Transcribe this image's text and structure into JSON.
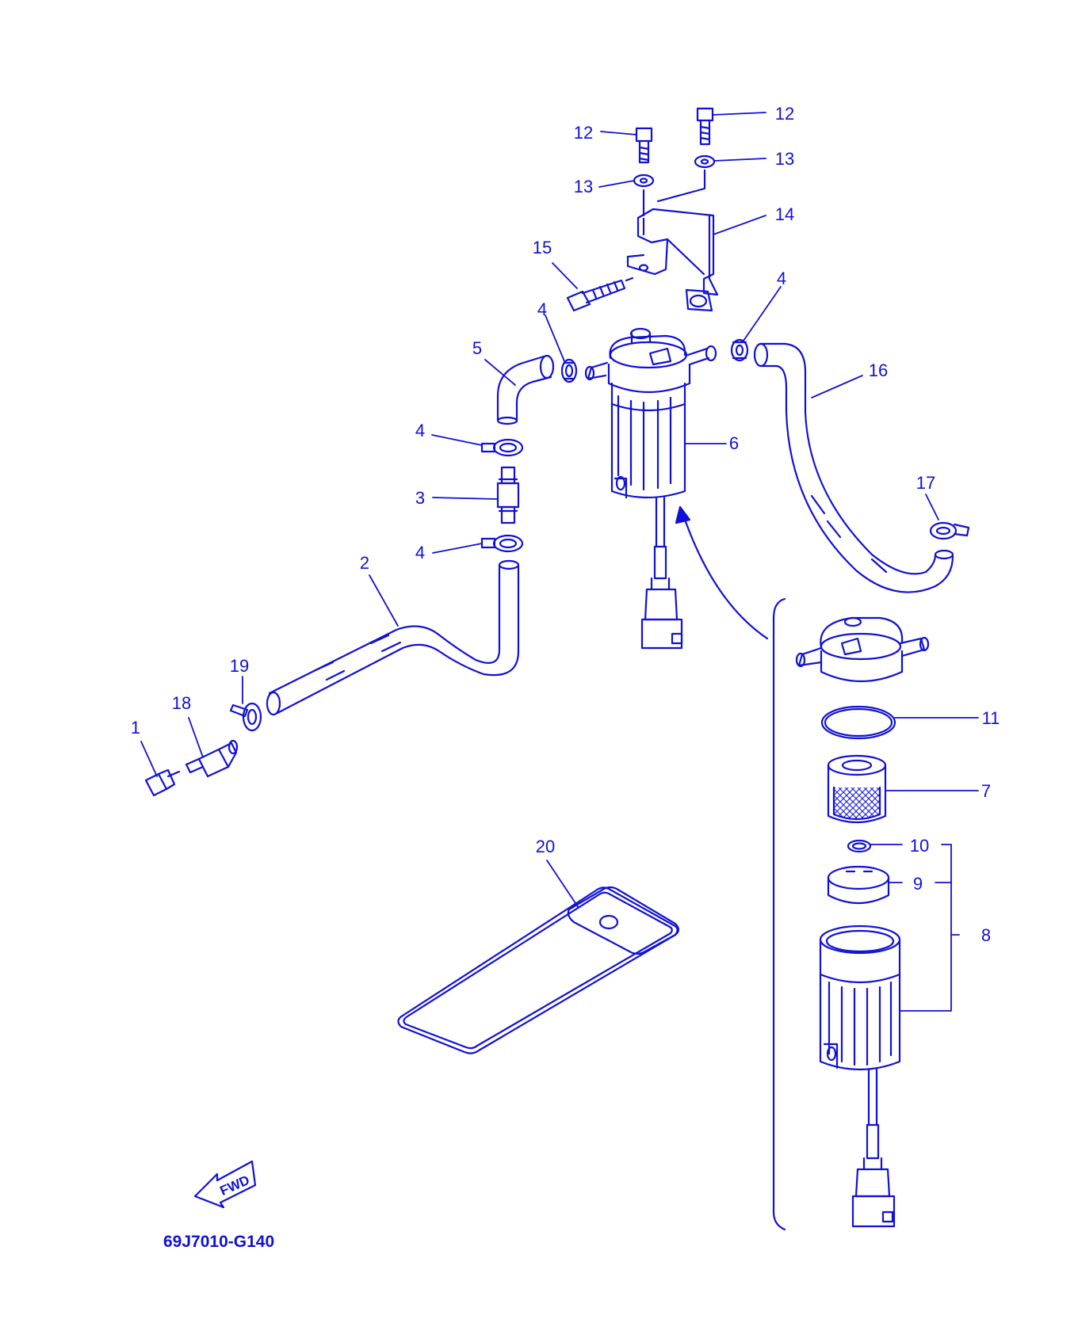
{
  "colors": {
    "ink": "#1010d8",
    "background": "#ffffff"
  },
  "callouts": {
    "c1": "1",
    "c2": "2",
    "c3": "3",
    "c4a": "4",
    "c4b": "4",
    "c4c": "4",
    "c4d": "4",
    "c5": "5",
    "c6": "6",
    "c7": "7",
    "c8": "8",
    "c9": "9",
    "c10": "10",
    "c11": "11",
    "c12a": "12",
    "c12b": "12",
    "c13a": "13",
    "c13b": "13",
    "c14": "14",
    "c15": "15",
    "c16": "16",
    "c17": "17",
    "c18": "18",
    "c19": "19",
    "c20": "20"
  },
  "fwd_label": "FWD",
  "drawing_code": "69J7010-G140"
}
